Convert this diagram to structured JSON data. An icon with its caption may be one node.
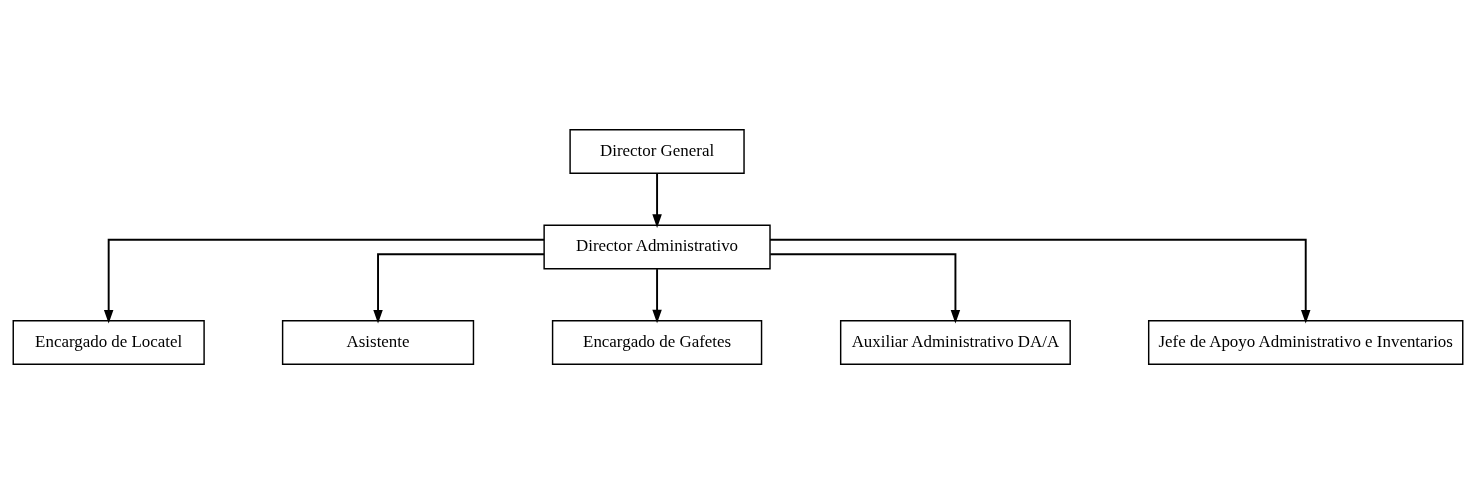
{
  "diagram": {
    "nodes": [
      {
        "text": [
          "Director General"
        ]
      },
      {
        "text": [
          "Director Administrativo"
        ]
      },
      {
        "text": [
          "Encargado de Locatel"
        ]
      },
      {
        "text": [
          "Asistente"
        ]
      },
      {
        "text": [
          "Encargado de Gafetes"
        ]
      },
      {
        "text": [
          "Auxiliar Administrativo DA/A"
        ]
      },
      {
        "text": [
          "Jefe de Apoyo Administrativo e Inventarios"
        ]
      }
    ],
    "edges": [
      {
        "from": 0,
        "to": 1,
        "arrow": "to"
      },
      {
        "from": 1,
        "to": 2,
        "arrow": "to"
      },
      {
        "from": 1,
        "to": 3,
        "arrow": "to"
      },
      {
        "from": 1,
        "to": 4,
        "arrow": "to"
      },
      {
        "from": 1,
        "to": 5,
        "arrow": "to"
      },
      {
        "from": 1,
        "to": 6,
        "arrow": "to"
      }
    ]
  }
}
